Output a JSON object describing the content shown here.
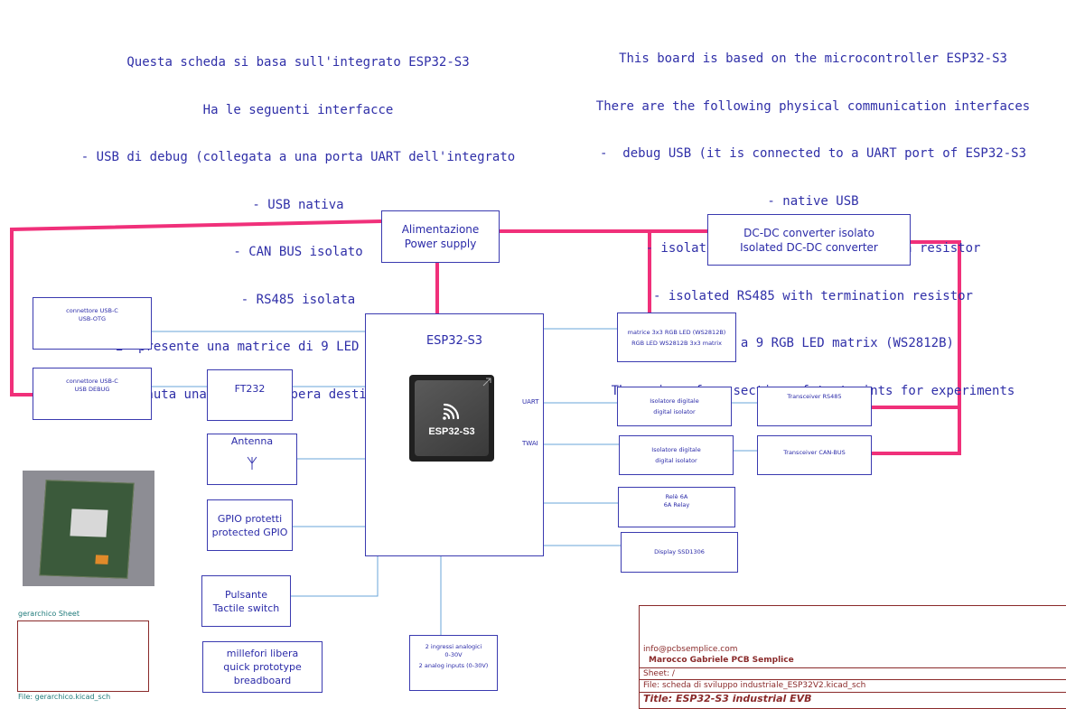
{
  "notes": {
    "italian": [
      "Questa scheda si basa sull'integrato ESP32-S3",
      "Ha le seguenti interfacce",
      "- USB di debug (collegata a una porta UART dell'integrato",
      "- USB nativa",
      "- CAN BUS isolato",
      "- RS485 isolata",
      "E' presente una matrice di 9 LED (3X3) RGB WS12B",
      "E' contenuta una sezione libera destinata ad esperimenti"
    ],
    "english": [
      "This board is based on the microcontroller ESP32-S3",
      "There are the following physical communication interfaces",
      "-  debug USB (it is connected to a UART port of ESP32-S3",
      "- native USB",
      "- isolated CAN BUS with termination resistor",
      "- isolated RS485 with termination resistor",
      "There is a 9 RGB LED matrix (WS2812B)",
      "There is a free section of testpoints for experiments"
    ]
  },
  "blocks": {
    "power": [
      "Alimentazione",
      "Power supply"
    ],
    "dcdc": [
      "DC-DC converter isolato",
      "Isolated DC-DC converter"
    ],
    "usb_otg": [
      "connettore USB-C",
      "USB-OTG"
    ],
    "usb_debug": [
      "connettore USB-C",
      "USB DEBUG"
    ],
    "ft232": "FT232",
    "antenna": "Antenna",
    "gpio": [
      "GPIO protetti",
      "protected GPIO"
    ],
    "switch": [
      "Pulsante",
      "Tactile switch"
    ],
    "breadboard": [
      "millefori libera",
      "quick prototype",
      "breadboard"
    ],
    "analog": [
      "2 ingressi analogici",
      "0-30V",
      "2 analog inputs (0-30V)"
    ],
    "esp32": "ESP32-S3",
    "led_matrix": [
      "matrice 3x3 RGB LED (WS2812B)",
      "RGB LED WS2812B 3x3 matrix"
    ],
    "isolator1": [
      "Isolatore digitale",
      "digital isolator"
    ],
    "isolator2": [
      "Isolatore digitale",
      "digital isolator"
    ],
    "rs485": "Transceiver RS485",
    "can": "Transceiver CAN-BUS",
    "relay": [
      "Relè 6A",
      "6A Relay"
    ],
    "display": "Display SSD1306",
    "pin_uart": "UART",
    "pin_twai": "TWAI",
    "chip_label": "ESP32-S3"
  },
  "hier_sheet": {
    "name": "gerarchico Sheet",
    "file": "File: gerarchico.kicad_sch"
  },
  "title_block": {
    "email": "info@pcbsemplice.com",
    "company": "Marocco Gabriele PCB Semplice",
    "sheet": "Sheet: /",
    "file": "File: scheda di sviluppo industriale_ESP32V2.kicad_sch",
    "title": "Title: ESP32-S3 industrial EVB"
  },
  "colors": {
    "power_wire": "#f0307a",
    "signal_wire": "#6aa6d8",
    "block_border": "#3a3ab0",
    "frame": "#8a2a2a"
  }
}
